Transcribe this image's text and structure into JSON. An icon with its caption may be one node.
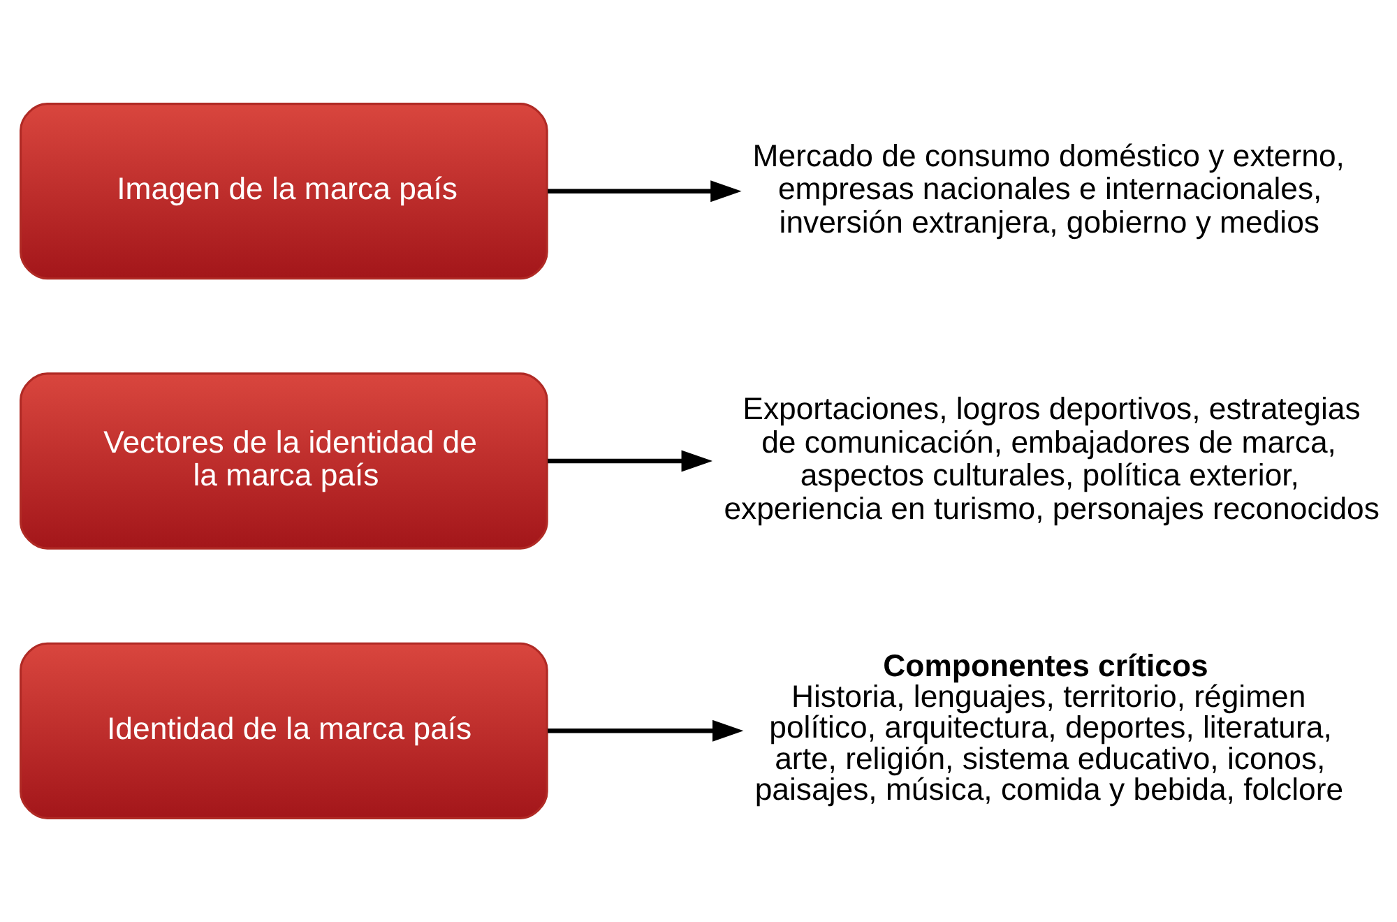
{
  "diagram": {
    "nodes": [
      {
        "text": [
          "Identidad de la marca país"
        ]
      },
      {
        "text": [
          "Componentes críticos",
          "Historia, lenguajes, territorio, régimen político, arquitectura, deportes, literatura, arte, religión, sistema educativo, iconos, paisajes, música, comida y bebida, folclore"
        ]
      },
      {
        "text": [
          "Vectores de la identidad de la marca país"
        ]
      },
      {
        "text": [
          "Exportaciones, logros deportivos, estrategias de comunicación, embajadores de marca, aspectos culturales, política exterior, experiencia en turismo, personajes reconocidos"
        ]
      },
      {
        "text": [
          "Imagen de la marca país"
        ]
      },
      {
        "text": [
          "Mercado de consumo doméstico y externo, empresas nacionales e internacionales, inversión extranjera, gobierno y medios"
        ]
      }
    ],
    "edges": [
      {
        "from": 0,
        "to": 1,
        "arrow": "to"
      },
      {
        "from": 2,
        "to": 3,
        "arrow": "to"
      },
      {
        "from": 4,
        "to": 5,
        "arrow": "to"
      }
    ]
  }
}
